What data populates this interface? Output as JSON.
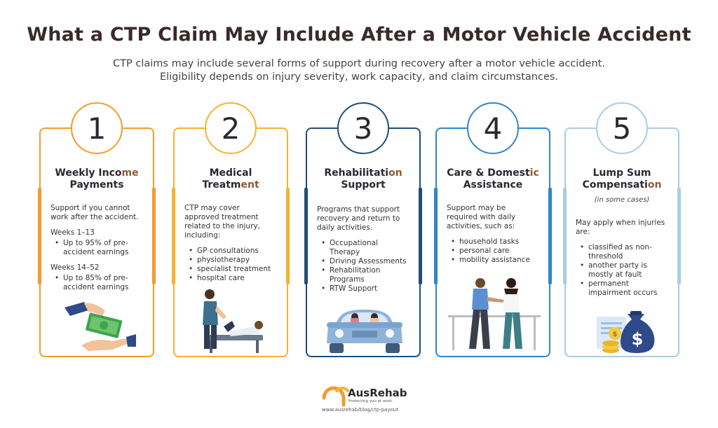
{
  "header": {
    "title": "What a CTP Claim May Include After a Motor Vehicle Accident",
    "subtitle_line1": "CTP claims may include several forms of support during recovery after a motor vehicle accident.",
    "subtitle_line2": "Eligibility depends on injury severity, work capacity, and claim circumstances."
  },
  "cards": [
    {
      "number": "1",
      "title_a": "Weekly Inco",
      "title_b": "me",
      "title_line2": "Payments",
      "intro_1": "Support if you cannot",
      "intro_2": "work after the accident.",
      "sec1": "Weeks 1–13",
      "sec1_item_1": "Up to 95% of pre-",
      "sec1_item_2": "accident earnings",
      "sec2": "Weeks 14–52",
      "sec2_item_1": "Up to 85% of pre-",
      "sec2_item_2": "accident earnings",
      "color": "#f39c2b",
      "icon": "money-hand-icon"
    },
    {
      "number": "2",
      "title_line1": "Medical",
      "title_a": "Treatm",
      "title_b": "ent",
      "intro_1": "CTP may cover",
      "intro_2": "approved treatment",
      "intro_3": "related to the injury,",
      "intro_4": "including:",
      "items": [
        "GP consultations",
        "physiotherapy",
        "specialist treatment",
        "hospital care"
      ],
      "color": "#f5b233",
      "icon": "physio-treatment-icon"
    },
    {
      "number": "3",
      "title_a": "Rehabilitati",
      "title_b": "on",
      "title_line2": "Support",
      "intro_1": "Programs that support",
      "intro_2": "recovery and return to",
      "intro_3": "daily activities.",
      "items": [
        "Occupational",
        "Therapy",
        "Driving Assessments",
        "Rehabilitation",
        "Programs",
        "RTW Support"
      ],
      "color": "#1f4e79",
      "icon": "car-driving-icon"
    },
    {
      "number": "4",
      "title_a": "Care & Domest",
      "title_b": "ic",
      "title_line2": "Assistance",
      "intro_1": "Support may be",
      "intro_2": "required with daily",
      "intro_3": "activities, such as:",
      "items": [
        "household tasks",
        "personal care",
        "mobility assistance"
      ],
      "color": "#2f86c9",
      "icon": "walking-assistance-icon"
    },
    {
      "number": "5",
      "title_line1": "Lump Sum",
      "title_a": "Compensati",
      "title_b": "on",
      "note": "(in some cases)",
      "intro_1": "May apply when injuries",
      "intro_2": "are:",
      "items": [
        "classified as non-",
        "threshold",
        "another party is",
        "mostly at fault",
        "permanent",
        "impairment occurs"
      ],
      "color": "#a9cde6",
      "icon": "money-bag-icon"
    }
  ],
  "footer": {
    "brand": "AusRehab",
    "tagline": "Protecting you at work.",
    "url": "www.ausrehab/blog/ctp-payout"
  }
}
